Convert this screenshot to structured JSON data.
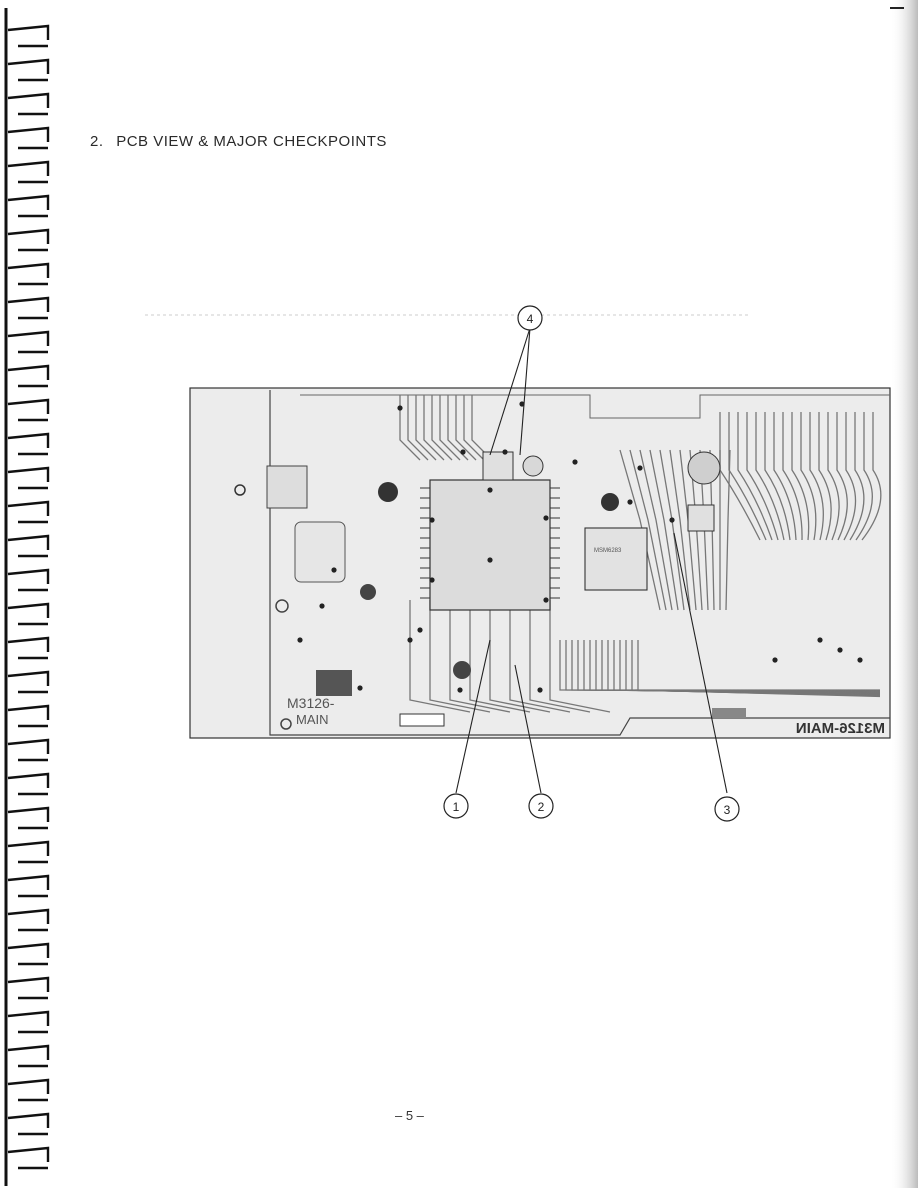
{
  "section": {
    "number": "2.",
    "title": "PCB VIEW & MAJOR CHECKPOINTS"
  },
  "figure": {
    "board_label_left": "M3126-",
    "board_label_left_2": "MAIN",
    "board_label_right": "M3126-MAIN",
    "chip_label": "MSM6283",
    "callouts": [
      "1",
      "2",
      "3",
      "4"
    ]
  },
  "footer": {
    "page_number": "– 5 –"
  }
}
